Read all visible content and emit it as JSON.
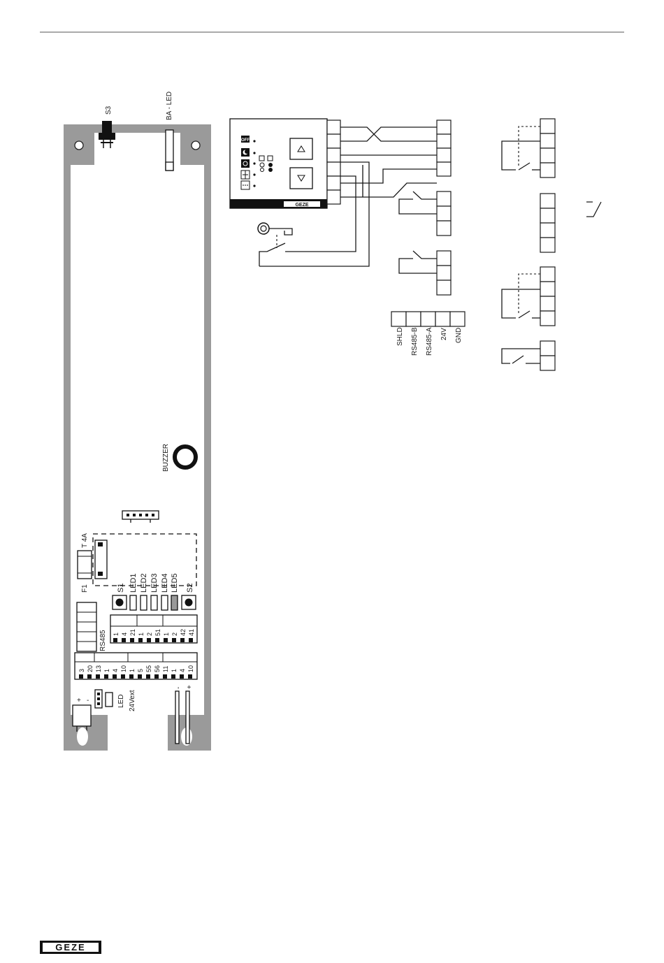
{
  "board": {
    "switch_s3": "S3",
    "ba_led": "BA - LED",
    "buzzer": "BUZZER",
    "fuse_rating": "T 4A",
    "fuse": "F1",
    "button_s1": "S1",
    "button_s2": "S2",
    "leds": [
      "LED1",
      "LED2",
      "LED3",
      "LED4",
      "LED5"
    ],
    "rs485": "RS485",
    "led": "LED",
    "ext_supply": "24Vext",
    "plus": "+",
    "minus": "-",
    "upper_terminal_labels": [
      "1",
      "4",
      "21",
      "1",
      "2",
      "51",
      "1",
      "2",
      "42",
      "41"
    ],
    "lower_terminal_labels": [
      "3",
      "20",
      "13",
      "1",
      "4",
      "10",
      "1",
      "5",
      "55",
      "56",
      "11",
      "1",
      "4",
      "10"
    ]
  },
  "program_switch": {
    "off_label": "OFF",
    "brand": "GEZE"
  },
  "bus_terminal": {
    "labels": [
      "SHLD",
      "RS485-B",
      "RS485-A",
      "24V",
      "GND"
    ]
  },
  "footer": {
    "logo": "GEZE"
  }
}
